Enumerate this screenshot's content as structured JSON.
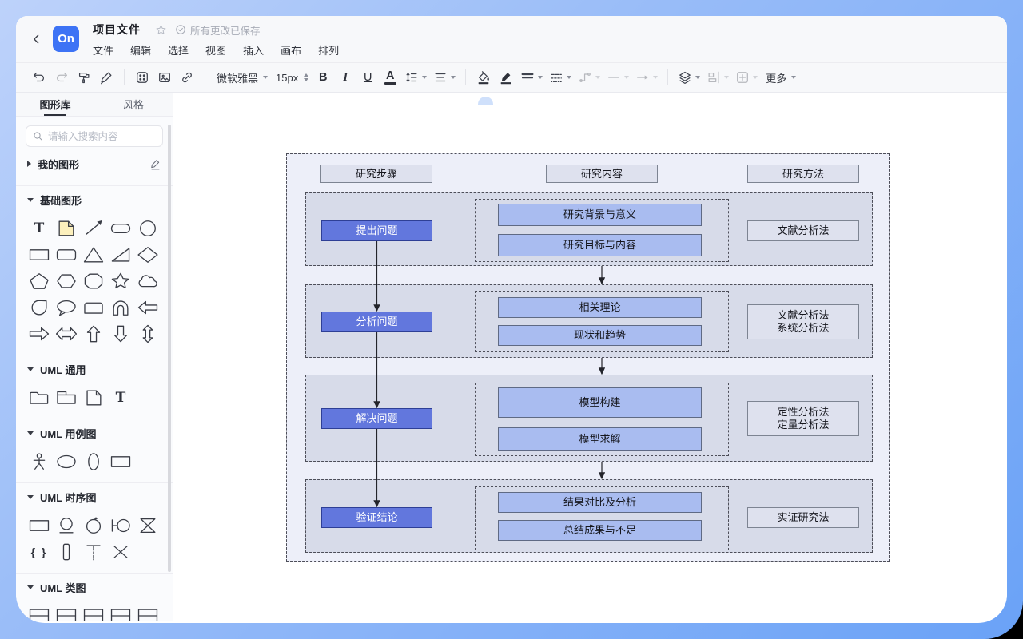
{
  "colors": {
    "accent": "#3d73f5",
    "diagram_outer_fill": "#edeff9",
    "diagram_group_fill": "#d7dbe9",
    "diagram_box_fill": "#dee1ee",
    "diagram_content_fill": "#a9bcf0",
    "diagram_step_fill": "#6277dd",
    "diagram_step_border": "#2e3f96",
    "diagram_step_text": "#ffffff"
  },
  "window": {
    "logo_text": "On",
    "title": "项目文件",
    "saved_status": "所有更改已保存",
    "menus": [
      "文件",
      "编辑",
      "选择",
      "视图",
      "插入",
      "画布",
      "排列"
    ]
  },
  "toolbar": {
    "items": [
      {
        "name": "undo-button",
        "icon": "undo"
      },
      {
        "name": "redo-button",
        "icon": "redo",
        "disabled": true
      },
      {
        "name": "format-painter-button",
        "icon": "painter"
      },
      {
        "name": "clear-format-button",
        "icon": "eraser"
      },
      {
        "sep": true
      },
      {
        "name": "icon-library-button",
        "icon": "grid"
      },
      {
        "name": "insert-image-button",
        "icon": "image"
      },
      {
        "name": "insert-link-button",
        "icon": "link"
      },
      {
        "sep": true
      },
      {
        "name": "font-family-select",
        "label": "微软雅黑",
        "caret": true
      },
      {
        "name": "font-size-stepper",
        "label": "15px",
        "stepper": true
      },
      {
        "name": "bold-button",
        "text": "B"
      },
      {
        "name": "italic-button",
        "text": "I",
        "italic": true
      },
      {
        "name": "underline-button",
        "text": "U",
        "underline": true
      },
      {
        "name": "font-color-button",
        "text": "A",
        "bar": true
      },
      {
        "name": "line-height-button",
        "icon": "lineheight",
        "caret": true
      },
      {
        "name": "text-align-button",
        "icon": "align",
        "caret": true
      },
      {
        "sep": true
      },
      {
        "name": "fill-color-button",
        "icon": "bucket"
      },
      {
        "name": "border-color-button",
        "icon": "pen"
      },
      {
        "name": "line-width-button",
        "icon": "lineweight",
        "caret": true
      },
      {
        "name": "line-style-button",
        "icon": "linestyle",
        "caret": true
      },
      {
        "name": "connector-type-button",
        "icon": "connector",
        "caret": true,
        "disabled": true
      },
      {
        "name": "line-start-button",
        "icon": "dash",
        "caret": true,
        "disabled": true
      },
      {
        "name": "line-end-button",
        "icon": "arrow",
        "caret": true,
        "disabled": true
      },
      {
        "sep": true
      },
      {
        "name": "layer-button",
        "icon": "layers",
        "caret": true
      },
      {
        "name": "align-objects-button",
        "icon": "alignobj",
        "caret": true,
        "disabled": true
      },
      {
        "name": "auto-size-button",
        "icon": "fit",
        "caret": true,
        "disabled": true
      },
      {
        "name": "more-button",
        "label": "更多",
        "caret": true
      }
    ]
  },
  "sidebar": {
    "tabs": [
      {
        "label": "图形库",
        "active": true
      },
      {
        "label": "风格",
        "active": false
      }
    ],
    "search_placeholder": "请输入搜索内容",
    "sections": [
      {
        "label": "我的图形",
        "collapsed": true,
        "edit": true,
        "shapes": []
      },
      {
        "label": "基础图形",
        "shapes": [
          "text",
          "sticky-note",
          "arrow-line",
          "pill",
          "circle",
          "rectangle",
          "rounded-rectangle",
          "triangle",
          "right-triangle",
          "diamond",
          "pentagon",
          "hexagon",
          "octagon",
          "star",
          "cloud",
          "teardrop",
          "speech-bubble",
          "card",
          "horseshoe",
          "block-arrow-left",
          "block-arrow-right",
          "block-arrow-horizontal",
          "block-arrow-up",
          "block-arrow-down",
          "block-arrow-vertical"
        ]
      },
      {
        "label": "UML 通用",
        "shapes": [
          "folder",
          "package",
          "note",
          "text"
        ]
      },
      {
        "label": "UML 用例图",
        "shapes": [
          "actor",
          "ellipse-horizontal",
          "ellipse-vertical",
          "rectangle"
        ]
      },
      {
        "label": "UML 时序图",
        "shapes": [
          "rectangle",
          "object-circle",
          "self-loop",
          "boundary",
          "hourglass",
          "braces",
          "activation",
          "lifeline",
          "destroy-x"
        ]
      },
      {
        "label": "UML 类图",
        "shapes": [
          "class-box",
          "class-box",
          "class-box",
          "class-box",
          "class-box"
        ],
        "clipped": true
      }
    ]
  },
  "canvas": {
    "diagram": {
      "headers": [
        "研究步骤",
        "研究内容",
        "研究方法"
      ],
      "rows": [
        {
          "step": "提出问题",
          "contents": [
            "研究背景与意义",
            "研究目标与内容"
          ],
          "methods": [
            "文献分析法"
          ]
        },
        {
          "step": "分析问题",
          "contents": [
            "相关理论",
            "现状和趋势"
          ],
          "methods": [
            "文献分析法",
            "系统分析法"
          ]
        },
        {
          "step": "解决问题",
          "contents": [
            "模型构建",
            "模型求解"
          ],
          "methods": [
            "定性分析法",
            "定量分析法"
          ]
        },
        {
          "step": "验证结论",
          "contents": [
            "结果对比及分析",
            "总结成果与不足"
          ],
          "methods": [
            "实证研究法"
          ]
        }
      ]
    }
  }
}
